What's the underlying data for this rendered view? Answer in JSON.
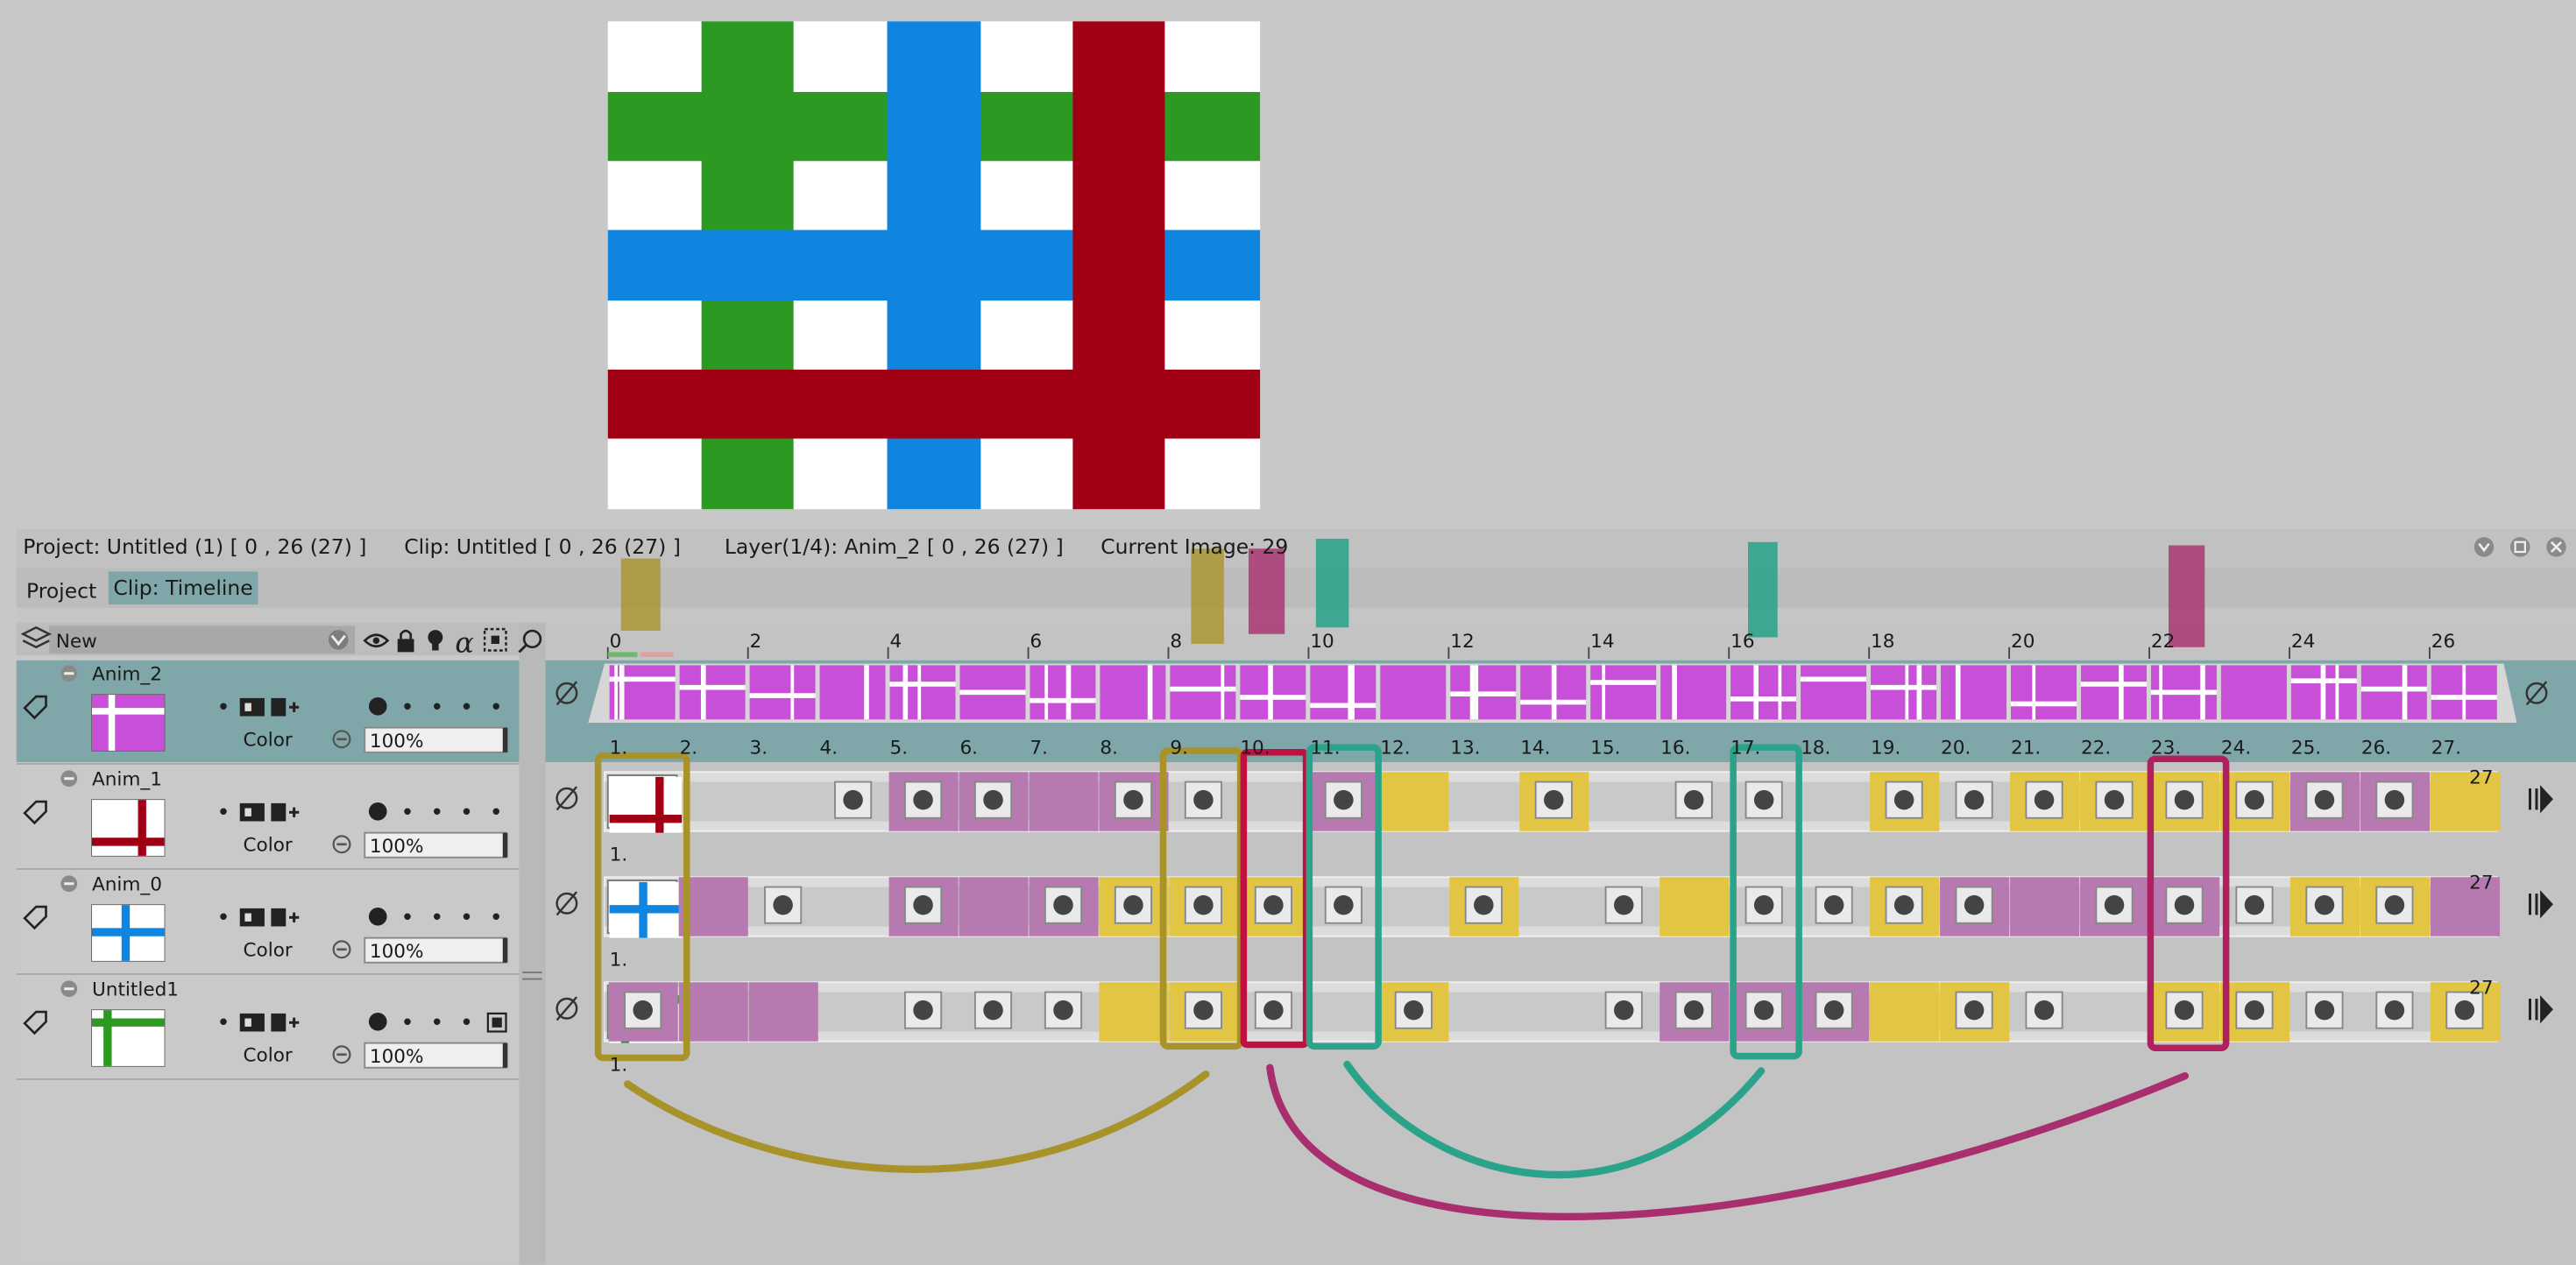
{
  "status_bar": {
    "project": "Project: Untitled (1) [ 0 , 26  (27) ]",
    "clip": "Clip: Untitled [ 0 , 26  (27) ]",
    "layer": "Layer(1/4): Anim_2 [ 0 , 26  (27) ]",
    "current_image": "Current Image: 29"
  },
  "tabs": [
    {
      "label": "Project",
      "active": false
    },
    {
      "label": "Clip: Timeline",
      "active": true
    }
  ],
  "layer_panel": {
    "group_name": "New",
    "header_icons": [
      "eye-icon",
      "lock-icon",
      "light-bulb-icon",
      "alpha-icon",
      "select-icon",
      "zoom-icon"
    ]
  },
  "layers": [
    {
      "name": "Anim_2",
      "selected": true,
      "blend_label": "Color",
      "opacity": "100%",
      "thumb": "magenta-cross",
      "first_label": "1."
    },
    {
      "name": "Anim_1",
      "selected": false,
      "blend_label": "Color",
      "opacity": "100%",
      "thumb": "red-cross",
      "first_label": "1.",
      "end_label": "27"
    },
    {
      "name": "Anim_0",
      "selected": false,
      "blend_label": "Color",
      "opacity": "100%",
      "thumb": "blue-cross",
      "first_label": "1.",
      "end_label": "27"
    },
    {
      "name": "Untitled1",
      "selected": false,
      "blend_label": "Color",
      "opacity": "100%",
      "thumb": "green-cross",
      "first_label": "1.",
      "end_label": "27"
    }
  ],
  "ruler": {
    "ticks": [
      "0",
      "2",
      "4",
      "6",
      "8",
      "10",
      "12",
      "14",
      "16",
      "18",
      "20",
      "22",
      "24",
      "26"
    ]
  },
  "frame_labels": [
    "1.",
    "2.",
    "3.",
    "4.",
    "5.",
    "6.",
    "7.",
    "8.",
    "9.",
    "10.",
    "11.",
    "12.",
    "13.",
    "14.",
    "15.",
    "16.",
    "17.",
    "18.",
    "19.",
    "20.",
    "21.",
    "22.",
    "23.",
    "24.",
    "25.",
    "26.",
    "27."
  ],
  "tracks": {
    "Anim_1": {
      "cells": "........PPPP..PY.Y....Y.YYYYPPYPPY",
      "keys": [
        4,
        5,
        6,
        8,
        9,
        11,
        14,
        16,
        17,
        19,
        20,
        21,
        22,
        23,
        24,
        25,
        26
      ]
    },
    "Anim_0": {
      "cells": "..P..P..PPPYYY..Y..Y..YPPPP.YYPPPY",
      "keys": [
        3,
        5,
        7,
        8,
        9,
        10,
        11,
        13,
        15,
        17,
        18,
        19,
        20,
        22,
        23,
        24,
        25,
        26
      ]
    },
    "Untitled1": {
      "cells": ".P..PPP....YY..Y...PPPYY..YY..YPYPY",
      "keys": [
        1,
        5,
        6,
        7,
        9,
        10,
        12,
        15,
        16,
        17,
        18,
        20,
        21,
        23,
        24,
        25,
        26,
        27
      ]
    }
  },
  "colors": {
    "green": "#2b9922",
    "blue": "#0f85e0",
    "red": "#a00014",
    "magenta": "#c850d8",
    "key_yellow": "#e3c544",
    "key_pink": "#b77ab0",
    "highlight_olive": "#a8932a",
    "highlight_teal": "#2aa38a",
    "highlight_maroon": "#a92e6e"
  }
}
